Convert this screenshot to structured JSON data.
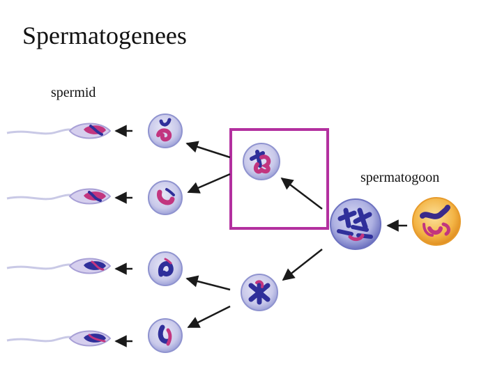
{
  "title": "Spermatogenees",
  "labels": {
    "spermid": "spermid",
    "spermatogoon": "spermatogoon"
  },
  "colors": {
    "highlight_box": "#b3309f",
    "arrow": "#1a1a1a",
    "cell_body": "#c9c9ea",
    "cell_rim": "#8f93cf",
    "chromosome_blue": "#2f2f9a",
    "chromosome_pink": "#c2357f",
    "spermatogonium_fill": "#f3b445",
    "spermatogonium_rim": "#e79b2c"
  },
  "icons": {
    "sperm": "sperm-cell-icon",
    "cell": "round-cell-icon"
  }
}
